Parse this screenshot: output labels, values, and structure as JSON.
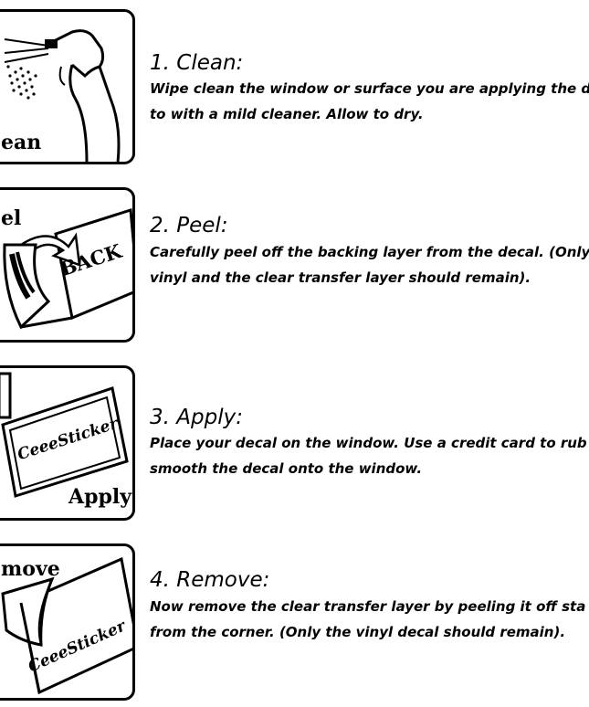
{
  "steps": [
    {
      "panel_label": "ean",
      "title": "1. Clean:",
      "line1": "Wipe clean the window or surface you are applying the d",
      "line2": "to with a mild cleaner. Allow to dry."
    },
    {
      "panel_label": "el",
      "panel_text": "BACK",
      "title": "2. Peel:",
      "line1": "Carefully peel off the backing layer from the decal. (Only",
      "line2": "vinyl and the clear transfer layer should remain)."
    },
    {
      "panel_label": "Apply",
      "panel_text": "CeeeSticker",
      "title": "3. Apply:",
      "line1": "Place your decal on the window. Use a credit card to rub",
      "line2": "smooth the decal onto the window."
    },
    {
      "panel_label": "move",
      "panel_text": "CeeeSticker",
      "title": "4. Remove:",
      "line1": "Now remove the clear transfer layer by peeling it off sta",
      "line2": "from the corner. (Only the vinyl decal should remain)."
    }
  ],
  "icons": [
    "spray-bottle-icon",
    "peel-backing-icon",
    "apply-decal-icon",
    "remove-transfer-icon"
  ]
}
